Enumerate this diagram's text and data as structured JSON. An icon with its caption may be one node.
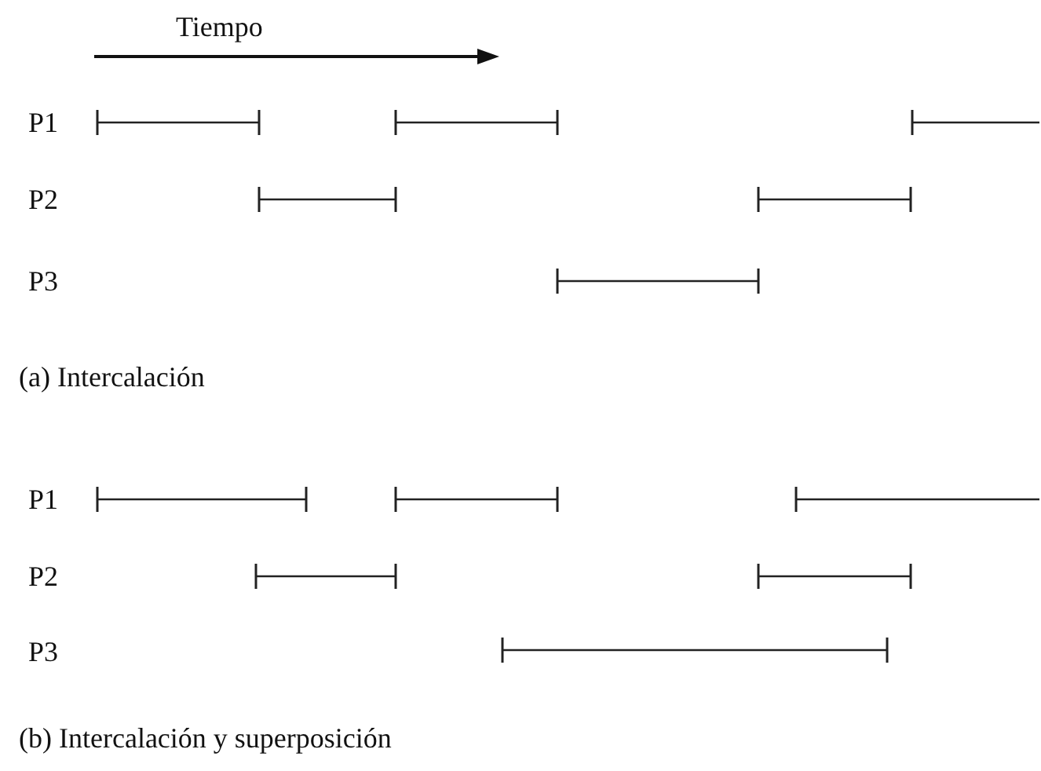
{
  "diagram": {
    "labels": [
      "Tiempo",
      "P1",
      "P2",
      "P3",
      "(a) Intercalación",
      "P1",
      "P2",
      "P3",
      "(b) Intercalación y superposición"
    ]
  }
}
